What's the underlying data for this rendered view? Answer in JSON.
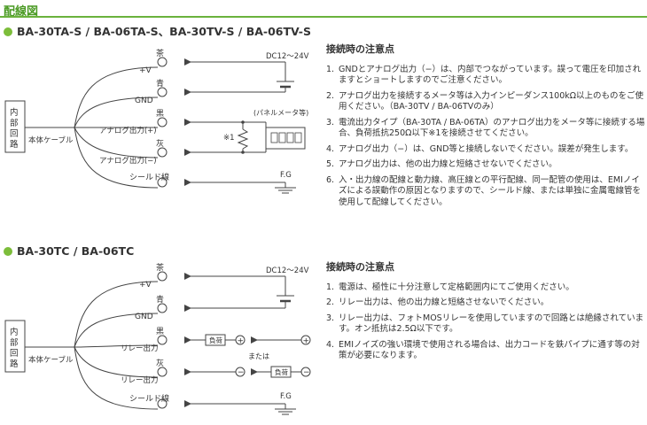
{
  "title": "配線図",
  "sections": [
    {
      "heading": "BA-30TA-S / BA-06TA-S、BA-30TV-S / BA-06TV-S",
      "internal_label": "内部回路",
      "cable_label": "本体ケーブル",
      "wires": {
        "w1_color": "茶",
        "w1_label": "+V",
        "w2_color": "青",
        "w2_label": "GND",
        "w3_color": "黒",
        "w3_label": "アナログ出力(+)",
        "w4_color": "灰",
        "w4_label": "アナログ出力(−)",
        "w5_label": "シールド線"
      },
      "supply": "DC12〜24V",
      "meter_label": "(パネルメータ等)",
      "resistor_label": "※1",
      "fg": "F.G",
      "notes_heading": "接続時の注意点",
      "notes": [
        {
          "n": "1.",
          "t": "GNDとアナログ出力（−）は、内部でつながっています。誤って電圧を印加されますとショートしますのでご注意ください。"
        },
        {
          "n": "2.",
          "t": "アナログ出力を接続するメータ等は入力インピーダンス100kΩ以上のものをご使用ください。（BA-30TV / BA-06TVのみ）"
        },
        {
          "n": "3.",
          "t": "電流出力タイプ（BA-30TA / BA-06TA）のアナログ出力をメータ等に接続する場合、負荷抵抗250Ω以下※1を接続させてください。"
        },
        {
          "n": "4.",
          "t": "アナログ出力（−）は、GND等と接続しないでください。誤差が発生します。"
        },
        {
          "n": "5.",
          "t": "アナログ出力は、他の出力線と短絡させないでください。"
        },
        {
          "n": "6.",
          "t": "入・出力線の配線と動力線、高圧線との平行配線、同一配管の使用は、EMIノイズによる誤動作の原因となりますので、シールド線、または単独に金属電線管を使用して配線してください。"
        }
      ]
    },
    {
      "heading": "BA-30TC / BA-06TC",
      "internal_label": "内部回路",
      "cable_label": "本体ケーブル",
      "wires": {
        "w1_color": "茶",
        "w1_label": "+V",
        "w2_color": "青",
        "w2_label": "GND",
        "w3_color": "黒",
        "w3_label": "リレー出力",
        "w4_color": "灰",
        "w4_label": "リレー出力",
        "w5_label": "シールド線"
      },
      "supply": "DC12〜24V",
      "load_label": "負荷",
      "or_label": "または",
      "fg": "F.G",
      "notes_heading": "接続時の注意点",
      "notes": [
        {
          "n": "1.",
          "t": "電源は、極性に十分注意して定格範囲内にてご使用ください。"
        },
        {
          "n": "2.",
          "t": "リレー出力は、他の出力線と短絡させないでください。"
        },
        {
          "n": "3.",
          "t": "リレー出力は、フォトMOSリレーを使用していますので回路とは絶縁されています。オン抵抗は2.5Ω以下です。"
        },
        {
          "n": "4.",
          "t": "EMIノイズの強い環境で使用される場合は、出力コードを鉄パイプに通す等の対策が必要になります。"
        }
      ]
    }
  ],
  "colors": {
    "accent": "#4a9a23",
    "bullet": "#7cbd3a",
    "line": "#444444"
  }
}
